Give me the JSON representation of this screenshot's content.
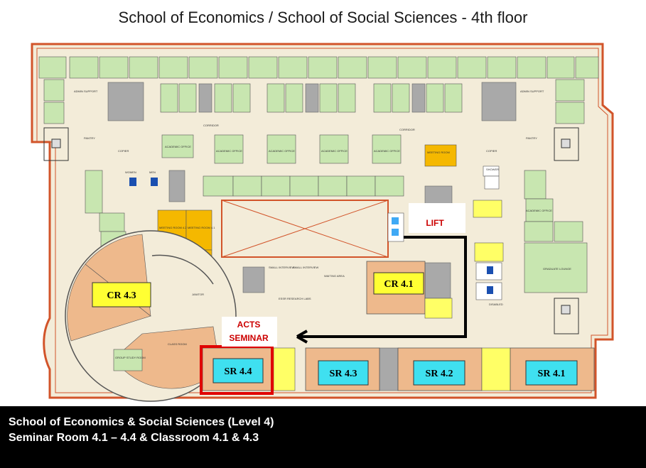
{
  "title": "School of Economics / School of Social Sciences - 4th floor",
  "caption": {
    "line1": "School of Economics & Social Sciences (Level 4)",
    "line2": "Seminar Room 4.1 – 4.4 & Classroom 4.1 & 4.3"
  },
  "callouts": {
    "lift": "LIFT",
    "acts_line1": "ACTS",
    "acts_line2": "SEMINAR"
  },
  "rooms": {
    "cr43": "CR 4.3",
    "cr41": "CR 4.1",
    "sr44": "SR 4.4",
    "sr43": "SR 4.3",
    "sr42": "SR 4.2",
    "sr41": "SR 4.1"
  },
  "labels": {
    "academic_office": "ACADEMIC OFFICE",
    "admin_support": "ADMIN SUPPORT",
    "corridor": "CORRIDOR",
    "pantry": "PANTRY",
    "copier": "COPIER",
    "women": "WOMEN",
    "men": "MEN",
    "meeting_room": "MEETING ROOM",
    "meeting_rooms_42": "MEETING ROOM 4.2",
    "meeting_rooms_41": "MEETING ROOM 4.1",
    "small_interview_1": "SMALL INTERVIEW",
    "small_interview_2": "SMALL INTERVIEW",
    "waiting_area": "WAITING AREA",
    "essr_labs": "ESSR RESEARCH LABS",
    "janitor": "JANITOR",
    "class_room": "CLASS ROOM",
    "group_study_room": "GROUP STUDY ROOM",
    "graduate_lounge": "GRADUATE LOUNGE",
    "shower": "SHOWER",
    "disabled": "DISABLED"
  },
  "colors": {
    "office_green": "#c8e6b0",
    "corridor_beige": "#f3ecd9",
    "building_outline": "#d2542a",
    "room_peach": "#eeb98c",
    "meeting_yellow": "#f5b800",
    "seminar_cyan": "#3fe0f0",
    "classroom_yellow": "#ffff33",
    "grey_block": "#a9a9a9",
    "highlight_red": "#e00000"
  }
}
